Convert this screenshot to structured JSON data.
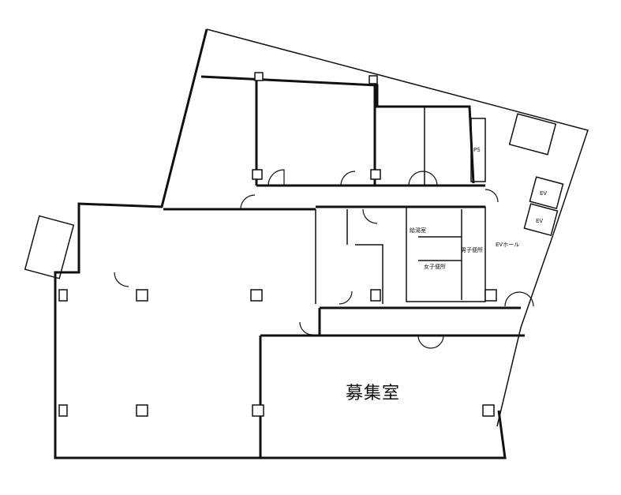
{
  "floor_plan": {
    "main_room_label": "募集室",
    "labels": {
      "ev1": "EV",
      "ev2": "EV",
      "ps": "PS",
      "ev_hall": "EVホール",
      "mens_toilet": "男子便所",
      "womens_toilet": "女子便所",
      "kitchen": "給湯室"
    }
  }
}
